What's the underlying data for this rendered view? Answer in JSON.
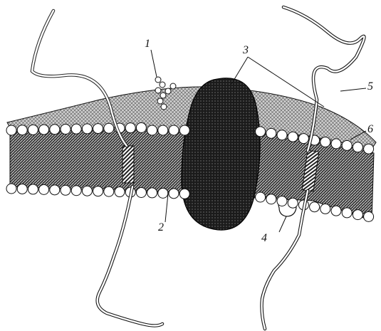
{
  "labels": {
    "l1": "1",
    "l2": "2",
    "l3": "3",
    "l4": "4",
    "l5": "5",
    "l6": "6"
  },
  "colors": {
    "ink": "#111111",
    "tail_fill": "#2b2b2b",
    "protein_fill": "#1a1a1a",
    "head_fill": "#ffffff",
    "surface_fill": "#9a9a9a"
  }
}
